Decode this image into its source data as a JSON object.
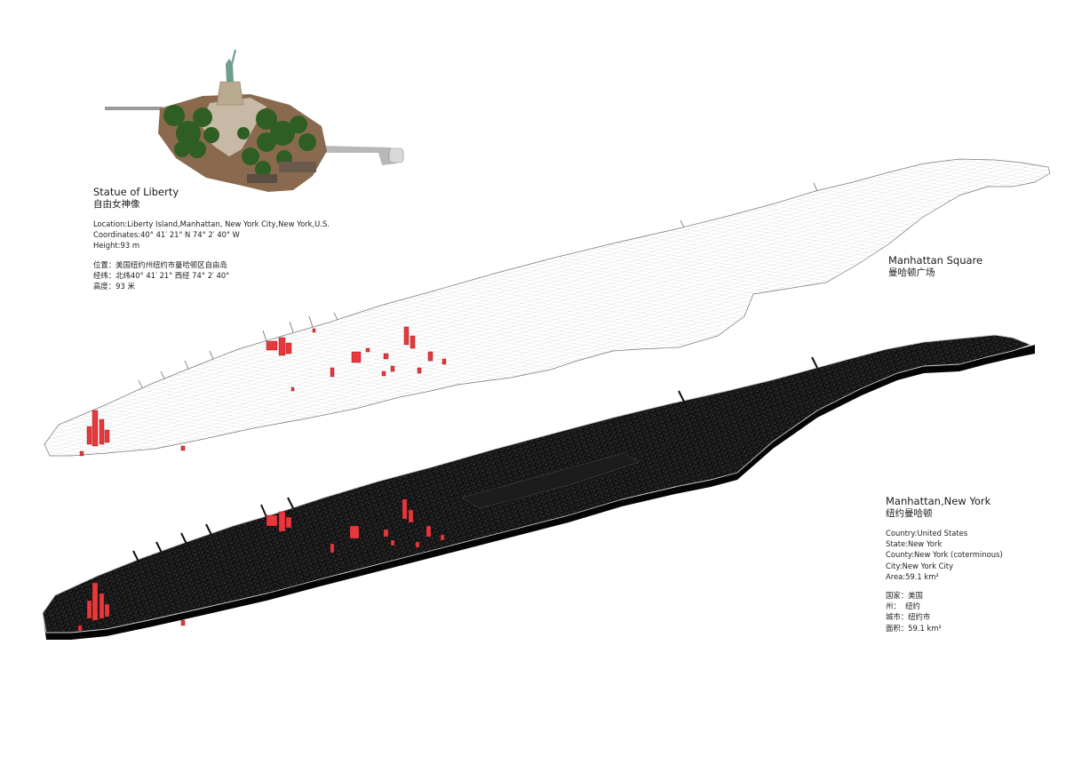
{
  "liberty": {
    "title": "Statue of Liberty",
    "title_cn": "自由女神像",
    "lines_en": [
      "Location:Liberty Island,Manhattan, New York City,New York,U.S.",
      "Coordinates:40° 41′ 21\" N 74° 2′ 40\" W",
      "Height:93 m"
    ],
    "lines_cn": [
      "位置：美国纽约州纽约市曼哈顿区自由岛",
      "经纬：北纬40° 41′ 21\" 西经 74° 2′ 40\"",
      "高度：93 米"
    ]
  },
  "square": {
    "title": "Manhattan Square",
    "title_cn": "曼哈顿广场"
  },
  "manhattan": {
    "title": "Manhattan,New York",
    "title_cn": "纽约曼哈顿",
    "lines_en": [
      "Country:United States",
      "State:New York",
      "County:New York (coterminous)",
      "City:New York City",
      "Area:59.1 km²"
    ],
    "lines_cn": [
      "国家：美国",
      "州：  纽约",
      "城市：纽约市",
      "面积：59.1 km²"
    ]
  },
  "colors": {
    "highlight": "#e8383d",
    "grid_line": "#8a8a8a",
    "model_dark": "#0d0d0d"
  }
}
